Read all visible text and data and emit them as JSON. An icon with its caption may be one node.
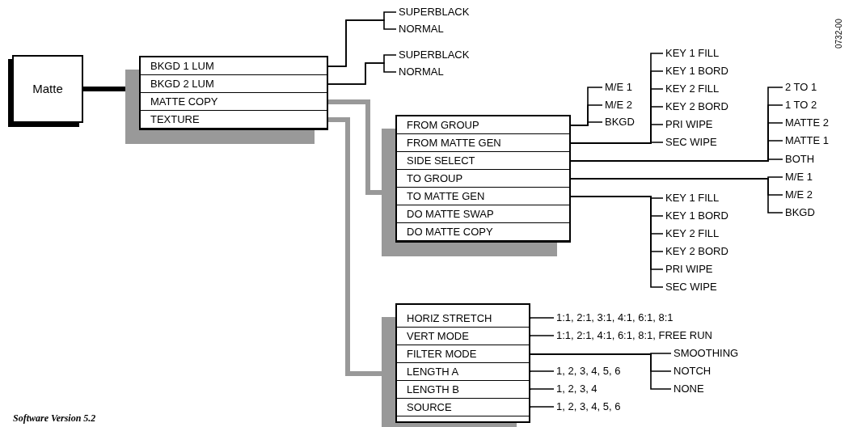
{
  "diagram": {
    "nodes": [
      {
        "text": [
          "Matte"
        ]
      },
      {
        "text": [],
        "shape": "box"
      },
      {
        "text": [
          "BKGD 1 LUM"
        ],
        "in": 1
      },
      {
        "text": [
          "BKGD 2 LUM"
        ],
        "in": 1
      },
      {
        "text": [
          "MATTE COPY"
        ],
        "in": 1
      },
      {
        "text": [
          "TEXTURE"
        ],
        "in": 1
      },
      {
        "text": [
          "SUPERBLACK"
        ]
      },
      {
        "text": [
          "NORMAL"
        ]
      },
      {
        "text": [
          "SUPERBLACK"
        ]
      },
      {
        "text": [
          "NORMAL"
        ]
      },
      {
        "text": [],
        "shape": "box"
      },
      {
        "text": [
          "FROM GROUP"
        ],
        "in": 10
      },
      {
        "text": [
          "FROM MATTE GEN"
        ],
        "in": 10
      },
      {
        "text": [
          "SIDE SELECT"
        ],
        "in": 10
      },
      {
        "text": [
          "TO GROUP"
        ],
        "in": 10
      },
      {
        "text": [
          "TO MATTE GEN"
        ],
        "in": 10
      },
      {
        "text": [
          "DO MATTE SWAP"
        ],
        "in": 10
      },
      {
        "text": [
          "DO MATTE COPY"
        ],
        "in": 10
      },
      {
        "text": [
          "M/E 1"
        ]
      },
      {
        "text": [
          "M/E 2"
        ]
      },
      {
        "text": [
          "BKGD"
        ]
      },
      {
        "text": [
          "KEY 1 FILL"
        ]
      },
      {
        "text": [
          "KEY 1 BORD"
        ]
      },
      {
        "text": [
          "KEY 2 FILL"
        ]
      },
      {
        "text": [
          "KEY 2 BORD"
        ]
      },
      {
        "text": [
          "PRI WIPE"
        ]
      },
      {
        "text": [
          "SEC WIPE"
        ]
      },
      {
        "text": [
          "2 TO 1"
        ]
      },
      {
        "text": [
          "1 TO 2"
        ]
      },
      {
        "text": [
          "MATTE 2"
        ]
      },
      {
        "text": [
          "MATTE 1"
        ]
      },
      {
        "text": [
          "BOTH"
        ]
      },
      {
        "text": [
          "M/E 1"
        ]
      },
      {
        "text": [
          "M/E 2"
        ]
      },
      {
        "text": [
          "BKGD"
        ]
      },
      {
        "text": [
          "KEY 1 FILL"
        ]
      },
      {
        "text": [
          "KEY 1 BORD"
        ]
      },
      {
        "text": [
          "KEY 2 FILL"
        ]
      },
      {
        "text": [
          "KEY 2 BORD"
        ]
      },
      {
        "text": [
          "PRI WIPE"
        ]
      },
      {
        "text": [
          "SEC WIPE"
        ]
      },
      {
        "text": [],
        "shape": "box"
      },
      {
        "text": [
          "HORIZ STRETCH"
        ],
        "in": 41
      },
      {
        "text": [
          "VERT MODE"
        ],
        "in": 41
      },
      {
        "text": [
          "FILTER MODE"
        ],
        "in": 41
      },
      {
        "text": [
          "LENGTH A"
        ],
        "in": 41
      },
      {
        "text": [
          "LENGTH B"
        ],
        "in": 41
      },
      {
        "text": [
          "SOURCE"
        ],
        "in": 41
      },
      {
        "text": [
          "1:1, 2:1, 3:1, 4:1, 6:1, 8:1"
        ]
      },
      {
        "text": [
          "1:1, 2:1, 4:1, 6:1, 8:1, FREE RUN"
        ]
      },
      {
        "text": [
          "SMOOTHING"
        ]
      },
      {
        "text": [
          "NOTCH"
        ]
      },
      {
        "text": [
          "NONE"
        ]
      },
      {
        "text": [
          "1, 2, 3, 4, 5, 6"
        ]
      },
      {
        "text": [
          "1, 2, 3, 4"
        ]
      },
      {
        "text": [
          "1, 2, 3, 4, 5, 6"
        ]
      }
    ],
    "edges": [
      {
        "from": 0,
        "to": 1,
        "arrow": "none",
        "style": "thick"
      },
      {
        "from": 2,
        "to": 6,
        "arrow": "none"
      },
      {
        "from": 2,
        "to": 7,
        "arrow": "none"
      },
      {
        "from": 3,
        "to": 8,
        "arrow": "none"
      },
      {
        "from": 3,
        "to": 9,
        "arrow": "none"
      },
      {
        "from": 4,
        "to": 10,
        "arrow": "none",
        "style": "thick",
        "color": "#999999"
      },
      {
        "from": 5,
        "to": 41,
        "arrow": "none",
        "style": "thick",
        "color": "#999999"
      },
      {
        "from": 11,
        "to": 18,
        "arrow": "none"
      },
      {
        "from": 11,
        "to": 19,
        "arrow": "none"
      },
      {
        "from": 11,
        "to": 20,
        "arrow": "none"
      },
      {
        "from": 12,
        "to": 21,
        "arrow": "none"
      },
      {
        "from": 12,
        "to": 22,
        "arrow": "none"
      },
      {
        "from": 12,
        "to": 23,
        "arrow": "none"
      },
      {
        "from": 12,
        "to": 24,
        "arrow": "none"
      },
      {
        "from": 12,
        "to": 25,
        "arrow": "none"
      },
      {
        "from": 12,
        "to": 26,
        "arrow": "none"
      },
      {
        "from": 13,
        "to": 27,
        "arrow": "none"
      },
      {
        "from": 13,
        "to": 28,
        "arrow": "none"
      },
      {
        "from": 13,
        "to": 29,
        "arrow": "none"
      },
      {
        "from": 13,
        "to": 30,
        "arrow": "none"
      },
      {
        "from": 13,
        "to": 31,
        "arrow": "none"
      },
      {
        "from": 14,
        "to": 32,
        "arrow": "none"
      },
      {
        "from": 14,
        "to": 33,
        "arrow": "none"
      },
      {
        "from": 14,
        "to": 34,
        "arrow": "none"
      },
      {
        "from": 15,
        "to": 35,
        "arrow": "none"
      },
      {
        "from": 15,
        "to": 36,
        "arrow": "none"
      },
      {
        "from": 15,
        "to": 37,
        "arrow": "none"
      },
      {
        "from": 15,
        "to": 38,
        "arrow": "none"
      },
      {
        "from": 15,
        "to": 39,
        "arrow": "none"
      },
      {
        "from": 15,
        "to": 40,
        "arrow": "none"
      },
      {
        "from": 42,
        "to": 48,
        "arrow": "none"
      },
      {
        "from": 43,
        "to": 49,
        "arrow": "none"
      },
      {
        "from": 44,
        "to": 50,
        "arrow": "none"
      },
      {
        "from": 44,
        "to": 51,
        "arrow": "none"
      },
      {
        "from": 44,
        "to": 52,
        "arrow": "none"
      },
      {
        "from": 45,
        "to": 53,
        "arrow": "none"
      },
      {
        "from": 46,
        "to": 54,
        "arrow": "none"
      },
      {
        "from": 47,
        "to": 55,
        "arrow": "none"
      }
    ],
    "labels": [
      "0732-00",
      "Software Version 5.2"
    ]
  }
}
